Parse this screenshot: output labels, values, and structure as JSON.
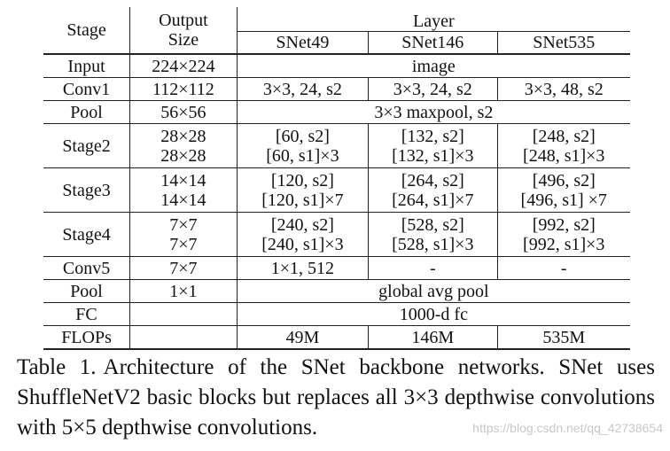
{
  "table": {
    "header": {
      "stage": "Stage",
      "output_size_line1": "Output",
      "output_size_line2": "Size",
      "layer": "Layer",
      "models": [
        "SNet49",
        "SNet146",
        "SNet535"
      ]
    },
    "rows": [
      {
        "stage": "Input",
        "size": [
          "224×224"
        ],
        "span": "image"
      },
      {
        "stage": "Conv1",
        "size": [
          "112×112"
        ],
        "cells": [
          [
            "3×3, 24, s2"
          ],
          [
            "3×3, 24, s2"
          ],
          [
            "3×3, 48, s2"
          ]
        ]
      },
      {
        "stage": "Pool",
        "size": [
          "56×56"
        ],
        "span": "3×3 maxpool, s2"
      },
      {
        "stage": "Stage2",
        "size": [
          "28×28",
          "28×28"
        ],
        "cells": [
          [
            "[60, s2]",
            "[60, s1]×3"
          ],
          [
            "[132, s2]",
            "[132, s1]×3"
          ],
          [
            "[248, s2]",
            "[248, s1]×3"
          ]
        ]
      },
      {
        "stage": "Stage3",
        "size": [
          "14×14",
          "14×14"
        ],
        "cells": [
          [
            "[120, s2]",
            "[120, s1]×7"
          ],
          [
            "[264, s2]",
            "[264, s1]×7"
          ],
          [
            "[496, s2]",
            "[496, s1] ×7"
          ]
        ]
      },
      {
        "stage": "Stage4",
        "size": [
          "7×7",
          "7×7"
        ],
        "cells": [
          [
            "[240, s2]",
            "[240, s1]×3"
          ],
          [
            "[528, s2]",
            "[528, s1]×3"
          ],
          [
            "[992, s2]",
            "[992, s1]×3"
          ]
        ]
      },
      {
        "stage": "Conv5",
        "size": [
          "7×7"
        ],
        "cells": [
          [
            "1×1, 512"
          ],
          [
            "-"
          ],
          [
            "-"
          ]
        ]
      },
      {
        "stage": "Pool",
        "size": [
          "1×1"
        ],
        "span": "global avg pool"
      },
      {
        "stage": "FC",
        "size": [
          ""
        ],
        "span": "1000-d fc"
      },
      {
        "stage": "FLOPs",
        "size": [
          ""
        ],
        "cells": [
          [
            "49M"
          ],
          [
            "146M"
          ],
          [
            "535M"
          ]
        ]
      }
    ]
  },
  "caption": {
    "label": "Table 1.",
    "text": "Architecture of the SNet backbone networks. SNet uses ShuffleNetV2 basic blocks but replaces all 3×3 depthwise convolutions with 5×5 depthwise convolutions."
  },
  "watermark": "https://blog.csdn.net/qq_42738654"
}
